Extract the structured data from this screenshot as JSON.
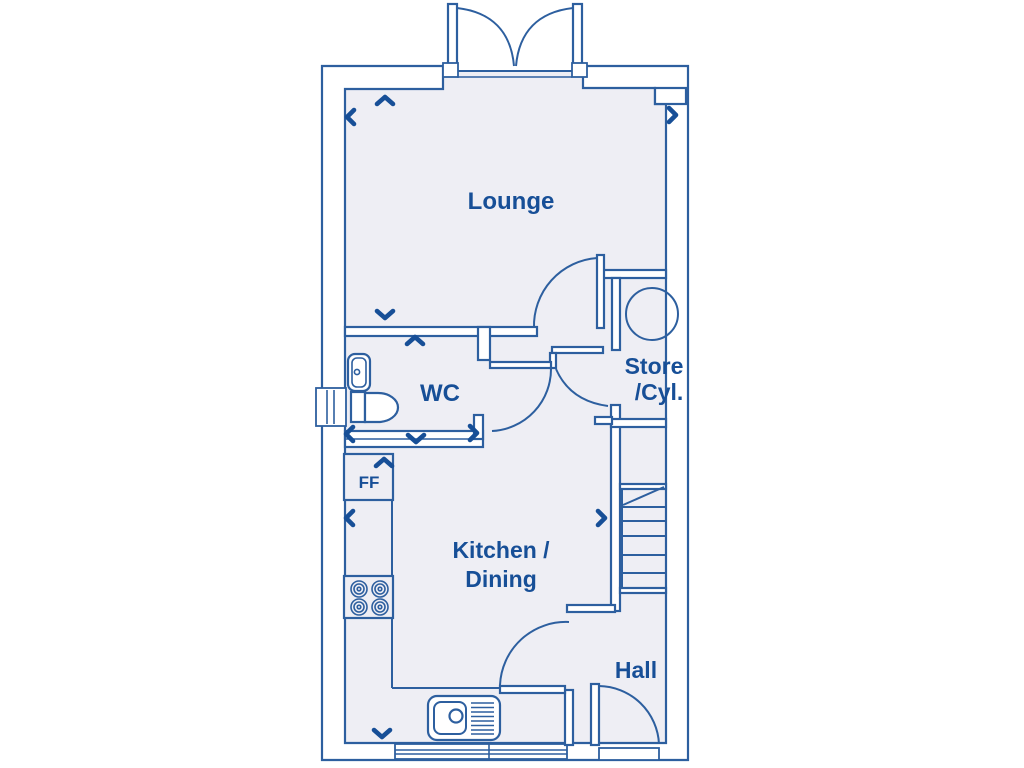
{
  "title": "Ground floor plan",
  "colors": {
    "line": "#2d5f9f",
    "text": "#174f97",
    "floor": "#eeeef4",
    "background": "#ffffff"
  },
  "rooms": {
    "lounge": {
      "label": "Lounge"
    },
    "wc": {
      "label": "WC"
    },
    "store": {
      "line1": "Store",
      "line2": "/Cyl."
    },
    "kitchen": {
      "line1": "Kitchen /",
      "line2": "Dining"
    },
    "hall": {
      "label": "Hall"
    },
    "ff": {
      "label": "FF"
    }
  },
  "fixtures": [
    "french-doors",
    "hot-water-cylinder",
    "stairs",
    "wc-basin",
    "wc-toilet",
    "meter-box",
    "fridge-freezer",
    "hob",
    "kitchen-sink-drainer",
    "window",
    "internal-doors",
    "dimension-arrows"
  ]
}
